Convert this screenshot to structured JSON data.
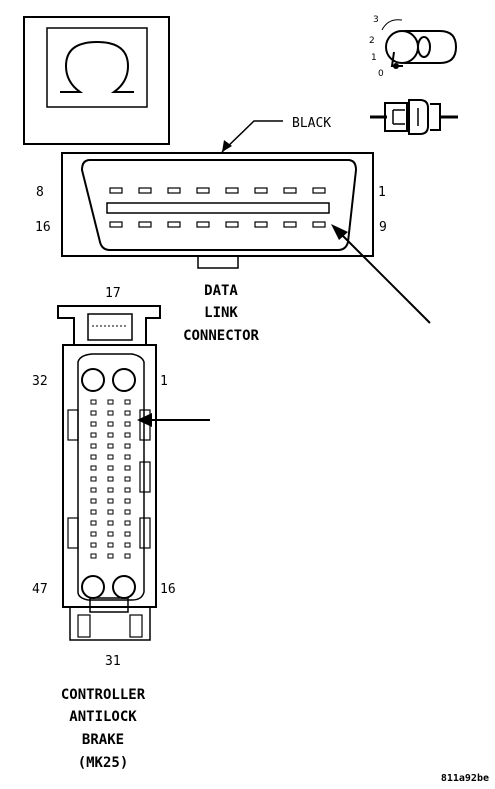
{
  "data_link_connector": {
    "wire_color": "BLACK",
    "pin_labels": {
      "top_left": "8",
      "top_right": "1",
      "bottom_left": "16",
      "bottom_right": "9"
    },
    "title_lines": [
      "DATA",
      "LINK",
      "CONNECTOR"
    ]
  },
  "ignition_key": {
    "positions": [
      "3",
      "2",
      "1",
      "0"
    ]
  },
  "abs_controller": {
    "pin_labels": {
      "top": "17",
      "top_left": "32",
      "top_right": "1",
      "bottom_left": "47",
      "bottom_right": "16",
      "bottom": "31"
    },
    "title_lines": [
      "CONTROLLER",
      "ANTILOCK",
      "BRAKE",
      "(MK25)"
    ]
  },
  "figure_code": "811a92be"
}
